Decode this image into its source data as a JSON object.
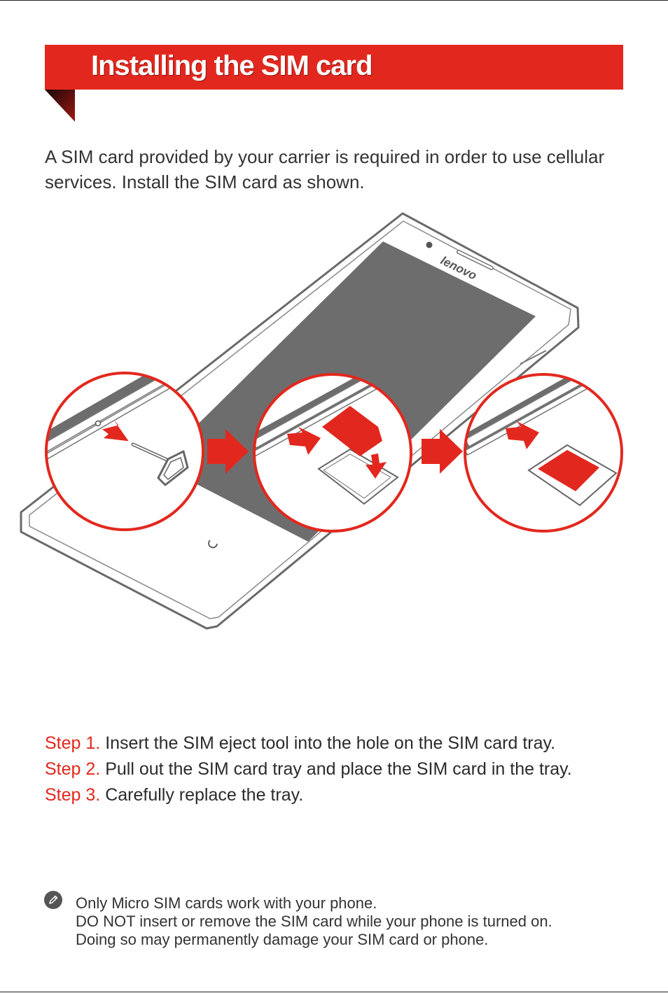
{
  "title": "Installing the SIM card",
  "intro": "A SIM card provided by your carrier is required in order to use cellular services. Install the SIM card as shown.",
  "figure": {
    "brand_text": "lenovo",
    "colors": {
      "accent": "#e2281e",
      "screen": "#6d6d6d",
      "outline": "#666666"
    }
  },
  "steps": [
    {
      "label": "Step 1.",
      "text": "Insert the SIM eject tool into the hole on the SIM card tray."
    },
    {
      "label": "Step 2.",
      "text": "Pull out the SIM card tray and place the SIM card in the tray."
    },
    {
      "label": "Step 3.",
      "text": "Carefully replace the tray."
    }
  ],
  "note": {
    "icon": "pencil-icon",
    "lines": [
      "Only Micro SIM cards work with your phone.",
      "DO NOT insert or remove the SIM card while your phone is turned on.",
      "Doing so may permanently damage your SIM card or phone."
    ]
  }
}
